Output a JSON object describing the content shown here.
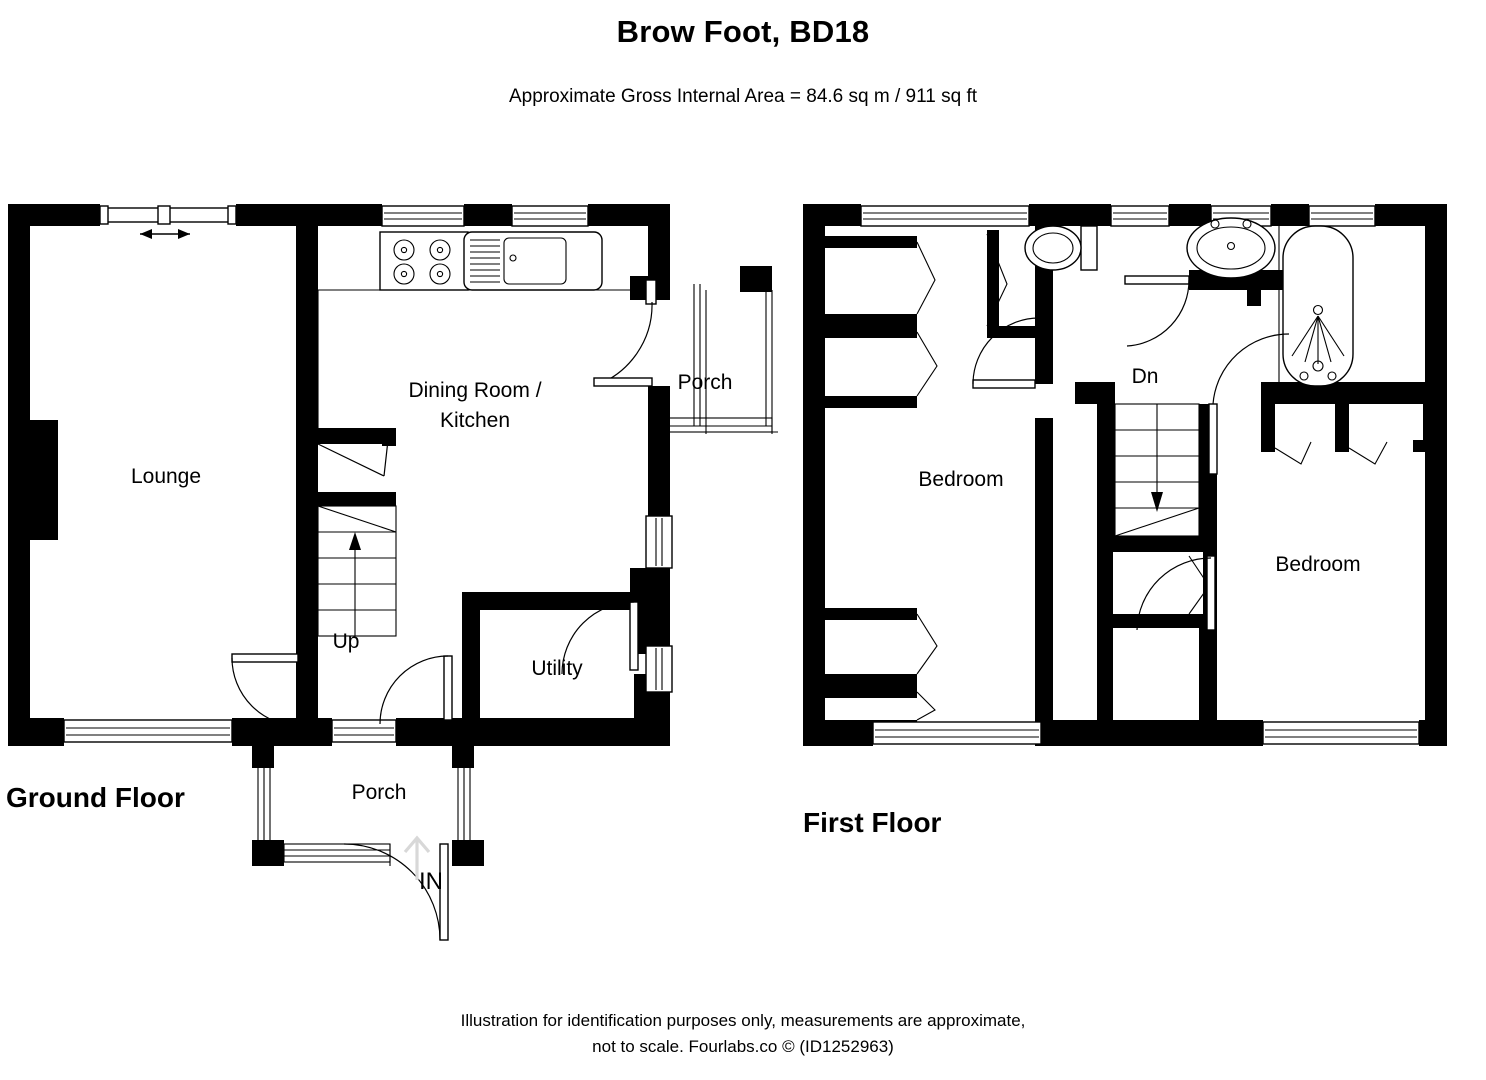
{
  "document": {
    "title": "Brow Foot, BD18",
    "subtitle": "Approximate Gross Internal Area = 84.6 sq m / 911 sq ft",
    "footer_line1": "Illustration for identification purposes only, measurements are approximate,",
    "footer_line2": "not to scale. Fourlabs.co © (ID1252963)"
  },
  "colors": {
    "wall": "#000000",
    "background": "#ffffff",
    "in_arrow": "#d8d8d8"
  },
  "floors": [
    {
      "id": "ground",
      "label": "Ground Floor",
      "rooms": [
        {
          "name": "Lounge",
          "label": "Lounge"
        },
        {
          "name": "Dining Room / Kitchen",
          "label_line1": "Dining Room /",
          "label_line2": "Kitchen"
        },
        {
          "name": "Porch (rear)",
          "label": "Porch"
        },
        {
          "name": "Utility",
          "label": "Utility"
        },
        {
          "name": "Porch (front)",
          "label": "Porch"
        }
      ],
      "annotations": [
        {
          "name": "stair-direction",
          "label": "Up"
        },
        {
          "name": "entrance",
          "label": "IN"
        }
      ],
      "fixtures": [
        "hob",
        "sink-with-drainer"
      ],
      "openings": [
        "lounge-sliding-patio-door",
        "kitchen-window-1",
        "kitchen-window-2",
        "lounge-window-front",
        "hall-window-front",
        "utility-window-right-1",
        "utility-window-right-2",
        "porch-window-left",
        "front-door"
      ]
    },
    {
      "id": "first",
      "label": "First Floor",
      "rooms": [
        {
          "name": "Bedroom (left)",
          "label": "Bedroom"
        },
        {
          "name": "Bedroom (right)",
          "label": "Bedroom"
        }
      ],
      "annotations": [
        {
          "name": "stair-direction",
          "label": "Dn"
        }
      ],
      "fixtures": [
        "wc",
        "washbasin",
        "bathtub-with-shower"
      ],
      "openings": [
        "bedroom-left-window-rear",
        "landing-window-rear",
        "bathroom-window-1",
        "bathroom-window-2",
        "bedroom-left-window-front",
        "bedroom-right-window-front"
      ]
    }
  ]
}
